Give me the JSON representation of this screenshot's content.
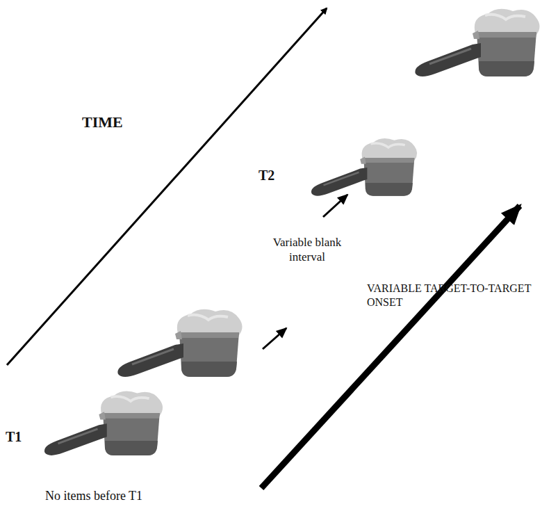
{
  "diagram": {
    "labels": [
      "TIME",
      "T2",
      "Variable blank interval",
      "VARIABLE TARGET-TO-TARGET ONSET",
      "T1",
      "No items before T1"
    ]
  }
}
